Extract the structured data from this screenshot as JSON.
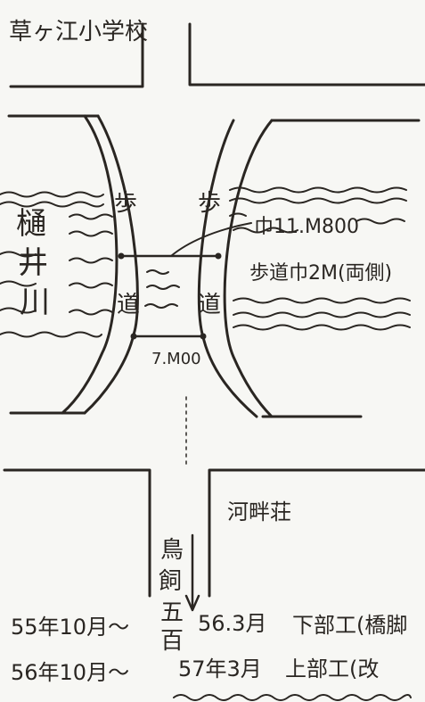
{
  "school_label": "草ヶ江小学校",
  "river": {
    "label_chars": [
      "樋",
      "井",
      "川"
    ]
  },
  "sidewalk": {
    "left_chars": [
      "歩",
      "道"
    ],
    "right_chars": [
      "歩",
      "道"
    ]
  },
  "bridge": {
    "total_width": "巾11.M800",
    "sidewalk_width": "歩道巾2M(両側)",
    "roadway_width": "7.M00"
  },
  "kahan_label": "河畔荘",
  "direction_label": [
    "鳥",
    "飼",
    "五",
    "百"
  ],
  "timeline": [
    {
      "start": "55年10月～",
      "end": "56.3月",
      "work": "下部工(橋脚"
    },
    {
      "start": "56年10月～",
      "end": "57年3月",
      "work": "上部工(改"
    }
  ],
  "colors": {
    "ink": "#2a2622",
    "paper": "#f7f7f4"
  }
}
